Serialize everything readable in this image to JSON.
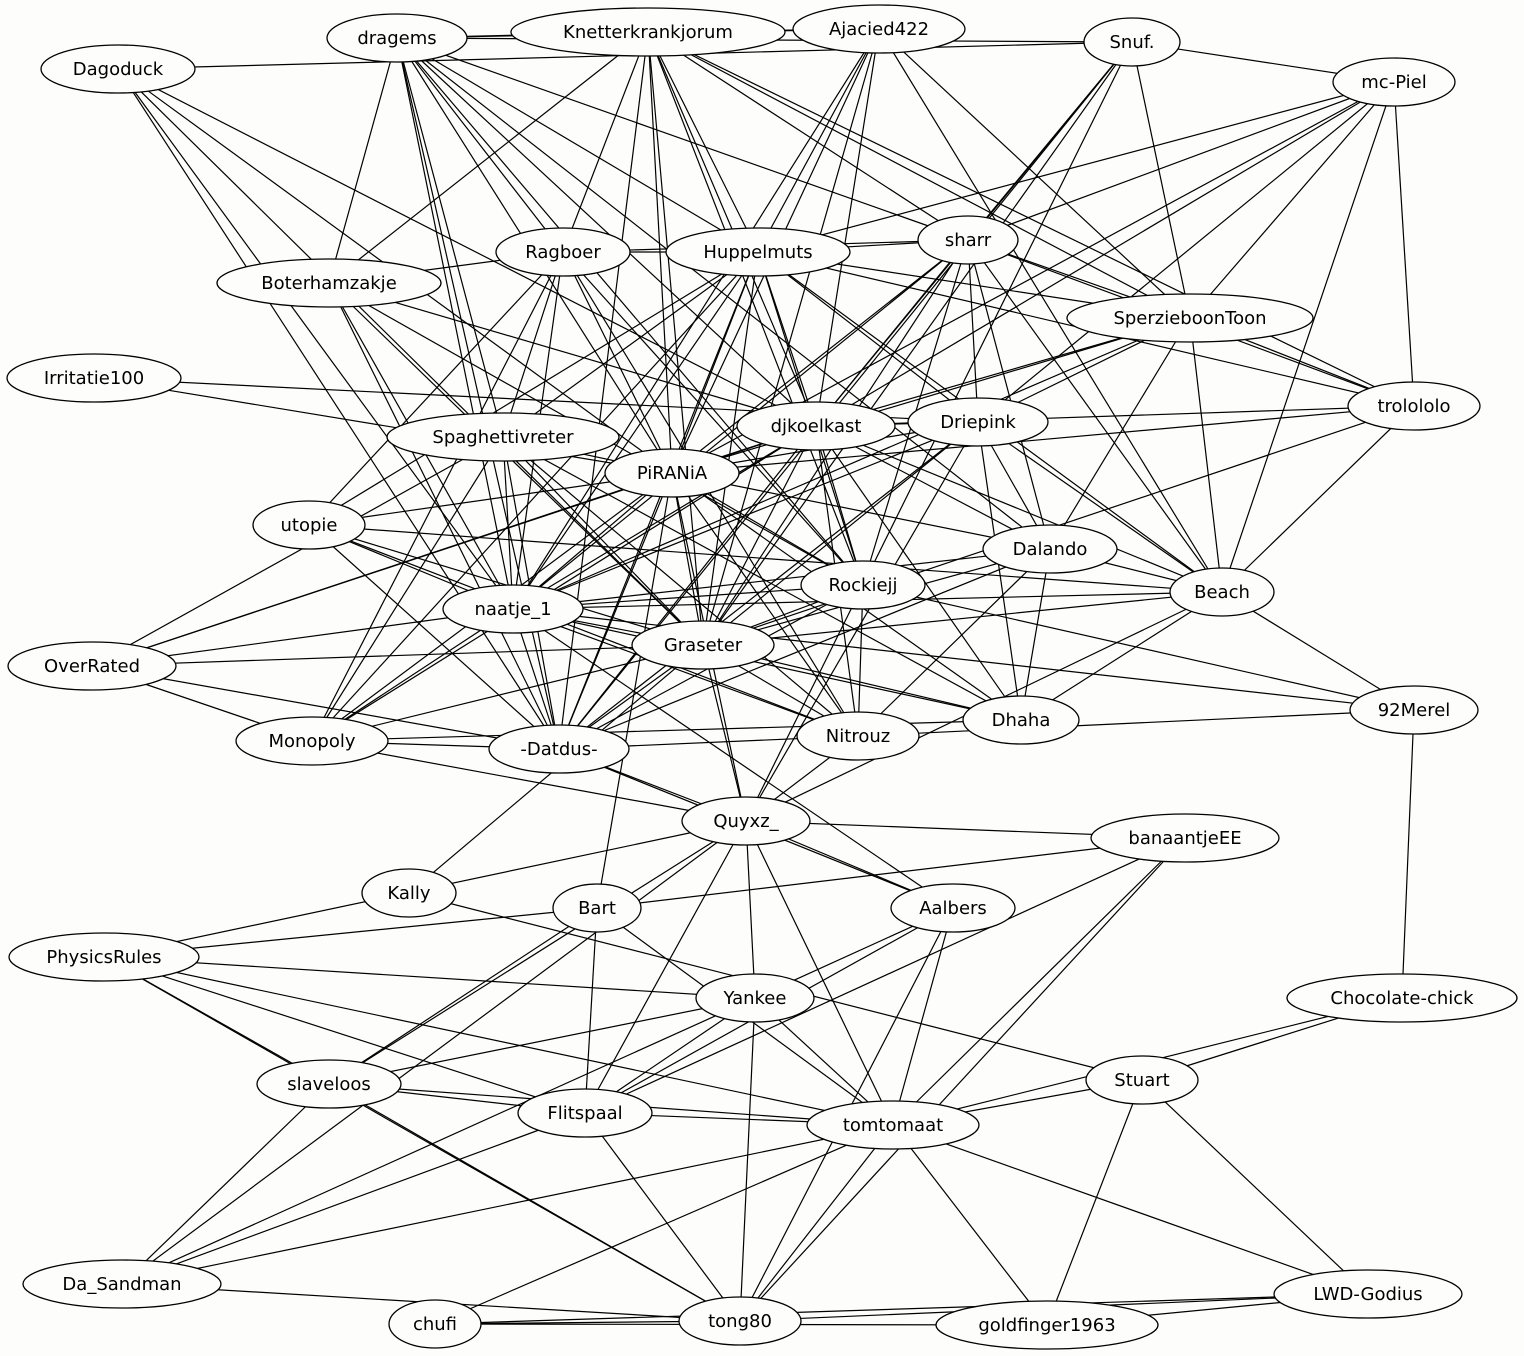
{
  "nodes": [
    {
      "id": "dragems",
      "label": "dragems"
    },
    {
      "id": "knetter",
      "label": "Knetterkrankjorum"
    },
    {
      "id": "ajacied",
      "label": "Ajacied422"
    },
    {
      "id": "snuf",
      "label": "Snuf."
    },
    {
      "id": "mcpiel",
      "label": "mc-Piel"
    },
    {
      "id": "dagoduck",
      "label": "Dagoduck"
    },
    {
      "id": "ragboer",
      "label": "Ragboer"
    },
    {
      "id": "huppel",
      "label": "Huppelmuts"
    },
    {
      "id": "sharr",
      "label": "sharr"
    },
    {
      "id": "boter",
      "label": "Boterhamzakje"
    },
    {
      "id": "sperzie",
      "label": "SperzieboonToon"
    },
    {
      "id": "irritatie",
      "label": "Irritatie100"
    },
    {
      "id": "trololo",
      "label": "trolololo"
    },
    {
      "id": "spaghetti",
      "label": "Spaghettivreter"
    },
    {
      "id": "djkoelkast",
      "label": "djkoelkast"
    },
    {
      "id": "driepink",
      "label": "Driepink"
    },
    {
      "id": "pirania",
      "label": "PiRANiA"
    },
    {
      "id": "utopie",
      "label": "utopie"
    },
    {
      "id": "dalando",
      "label": "Dalando"
    },
    {
      "id": "rockiejj",
      "label": "Rockiejj"
    },
    {
      "id": "beach",
      "label": "Beach"
    },
    {
      "id": "naatje",
      "label": "naatje_1"
    },
    {
      "id": "graseter",
      "label": "Graseter"
    },
    {
      "id": "overrated",
      "label": "OverRated"
    },
    {
      "id": "monopoly",
      "label": "Monopoly"
    },
    {
      "id": "datdus",
      "label": "-Datdus-"
    },
    {
      "id": "nitrouz",
      "label": "Nitrouz"
    },
    {
      "id": "dhaha",
      "label": "Dhaha"
    },
    {
      "id": "merel",
      "label": "92Merel"
    },
    {
      "id": "quyxz",
      "label": "Quyxz_"
    },
    {
      "id": "banaantje",
      "label": "banaantjeEE"
    },
    {
      "id": "kally",
      "label": "Kally"
    },
    {
      "id": "bart",
      "label": "Bart"
    },
    {
      "id": "aalbers",
      "label": "Aalbers"
    },
    {
      "id": "physics",
      "label": "PhysicsRules"
    },
    {
      "id": "yankee",
      "label": "Yankee"
    },
    {
      "id": "chocolate",
      "label": "Chocolate-chick"
    },
    {
      "id": "stuart",
      "label": "Stuart"
    },
    {
      "id": "slaveloos",
      "label": "slaveloos"
    },
    {
      "id": "flitspaal",
      "label": "Flitspaal"
    },
    {
      "id": "tomtomaat",
      "label": "tomtomaat"
    },
    {
      "id": "sandman",
      "label": "Da_Sandman"
    },
    {
      "id": "lwd",
      "label": "LWD-Godius"
    },
    {
      "id": "chufi",
      "label": "chufi"
    },
    {
      "id": "tong80",
      "label": "tong80"
    },
    {
      "id": "goldfinger",
      "label": "goldfinger1963"
    }
  ],
  "edges": [
    [
      "dragems",
      "knetter"
    ],
    [
      "dragems",
      "ajacied"
    ],
    [
      "dragems",
      "snuf"
    ],
    [
      "dragems",
      "boter"
    ],
    [
      "dragems",
      "ragboer"
    ],
    [
      "dragems",
      "huppel"
    ],
    [
      "dragems",
      "spaghetti"
    ],
    [
      "dragems",
      "pirania"
    ],
    [
      "dragems",
      "naatje"
    ],
    [
      "dragems",
      "djkoelkast"
    ],
    [
      "dragems",
      "sharr"
    ],
    [
      "dragems",
      "dalando"
    ],
    [
      "dragems",
      "datdus"
    ],
    [
      "dragems",
      "rockiejj"
    ],
    [
      "dagoduck",
      "snuf"
    ],
    [
      "dagoduck",
      "naatje"
    ],
    [
      "dagoduck",
      "graseter"
    ],
    [
      "dagoduck",
      "datdus"
    ],
    [
      "dagoduck",
      "pirania"
    ],
    [
      "dagoduck",
      "djkoelkast"
    ],
    [
      "knetter",
      "ajacied"
    ],
    [
      "knetter",
      "ragboer"
    ],
    [
      "knetter",
      "huppel"
    ],
    [
      "knetter",
      "pirania"
    ],
    [
      "knetter",
      "graseter"
    ],
    [
      "knetter",
      "djkoelkast"
    ],
    [
      "knetter",
      "sperzie"
    ],
    [
      "knetter",
      "trololo"
    ],
    [
      "knetter",
      "boter"
    ],
    [
      "knetter",
      "rockiejj"
    ],
    [
      "knetter",
      "datdus"
    ],
    [
      "knetter",
      "sharr"
    ],
    [
      "ajacied",
      "huppel"
    ],
    [
      "ajacied",
      "djkoelkast"
    ],
    [
      "ajacied",
      "sperzie"
    ],
    [
      "ajacied",
      "beach"
    ],
    [
      "ajacied",
      "naatje"
    ],
    [
      "ajacied",
      "graseter"
    ],
    [
      "ajacied",
      "pirania"
    ],
    [
      "snuf",
      "mcpiel"
    ],
    [
      "snuf",
      "sperzie"
    ],
    [
      "snuf",
      "sharr"
    ],
    [
      "snuf",
      "rockiejj"
    ],
    [
      "snuf",
      "djkoelkast"
    ],
    [
      "snuf",
      "graseter"
    ],
    [
      "snuf",
      "datdus"
    ],
    [
      "mcpiel",
      "sharr"
    ],
    [
      "mcpiel",
      "huppel"
    ],
    [
      "mcpiel",
      "driepink"
    ],
    [
      "mcpiel",
      "trololo"
    ],
    [
      "mcpiel",
      "beach"
    ],
    [
      "mcpiel",
      "sperzie"
    ],
    [
      "mcpiel",
      "djkoelkast"
    ],
    [
      "mcpiel",
      "pirania"
    ],
    [
      "ragboer",
      "huppel"
    ],
    [
      "ragboer",
      "sharr"
    ],
    [
      "ragboer",
      "boter"
    ],
    [
      "ragboer",
      "spaghetti"
    ],
    [
      "ragboer",
      "pirania"
    ],
    [
      "ragboer",
      "rockiejj"
    ],
    [
      "ragboer",
      "naatje"
    ],
    [
      "ragboer",
      "nitrouz"
    ],
    [
      "ragboer",
      "utopie"
    ],
    [
      "ragboer",
      "monopoly"
    ],
    [
      "huppel",
      "sharr"
    ],
    [
      "huppel",
      "sperzie"
    ],
    [
      "huppel",
      "djkoelkast"
    ],
    [
      "huppel",
      "driepink"
    ],
    [
      "huppel",
      "naatje"
    ],
    [
      "huppel",
      "pirania"
    ],
    [
      "huppel",
      "graseter"
    ],
    [
      "huppel",
      "monopoly"
    ],
    [
      "huppel",
      "datdus"
    ],
    [
      "huppel",
      "trololo"
    ],
    [
      "huppel",
      "beach"
    ],
    [
      "huppel",
      "spaghetti"
    ],
    [
      "huppel",
      "utopie"
    ],
    [
      "huppel",
      "rockiejj"
    ],
    [
      "sharr",
      "sperzie"
    ],
    [
      "sharr",
      "djkoelkast"
    ],
    [
      "sharr",
      "driepink"
    ],
    [
      "sharr",
      "beach"
    ],
    [
      "sharr",
      "dalando"
    ],
    [
      "sharr",
      "rockiejj"
    ],
    [
      "sharr",
      "graseter"
    ],
    [
      "sharr",
      "pirania"
    ],
    [
      "sharr",
      "trololo"
    ],
    [
      "sharr",
      "naatje"
    ],
    [
      "boter",
      "naatje"
    ],
    [
      "boter",
      "graseter"
    ],
    [
      "boter",
      "datdus"
    ],
    [
      "boter",
      "djkoelkast"
    ],
    [
      "boter",
      "rockiejj"
    ],
    [
      "sperzie",
      "trololo"
    ],
    [
      "sperzie",
      "djkoelkast"
    ],
    [
      "sperzie",
      "driepink"
    ],
    [
      "sperzie",
      "beach"
    ],
    [
      "sperzie",
      "pirania"
    ],
    [
      "sperzie",
      "dalando"
    ],
    [
      "sperzie",
      "naatje"
    ],
    [
      "irritatie",
      "pirania"
    ],
    [
      "irritatie",
      "driepink"
    ],
    [
      "trololo",
      "djkoelkast"
    ],
    [
      "trololo",
      "beach"
    ],
    [
      "trololo",
      "graseter"
    ],
    [
      "trololo",
      "pirania"
    ],
    [
      "spaghetti",
      "pirania"
    ],
    [
      "spaghetti",
      "naatje"
    ],
    [
      "spaghetti",
      "graseter"
    ],
    [
      "spaghetti",
      "datdus"
    ],
    [
      "spaghetti",
      "dhaha"
    ],
    [
      "spaghetti",
      "overrated"
    ],
    [
      "spaghetti",
      "monopoly"
    ],
    [
      "spaghetti",
      "nitrouz"
    ],
    [
      "djkoelkast",
      "driepink"
    ],
    [
      "djkoelkast",
      "pirania"
    ],
    [
      "djkoelkast",
      "rockiejj"
    ],
    [
      "djkoelkast",
      "dalando"
    ],
    [
      "djkoelkast",
      "beach"
    ],
    [
      "djkoelkast",
      "graseter"
    ],
    [
      "djkoelkast",
      "naatje"
    ],
    [
      "djkoelkast",
      "datdus"
    ],
    [
      "djkoelkast",
      "dhaha"
    ],
    [
      "djkoelkast",
      "nitrouz"
    ],
    [
      "djkoelkast",
      "monopoly"
    ],
    [
      "djkoelkast",
      "overrated"
    ],
    [
      "driepink",
      "pirania"
    ],
    [
      "driepink",
      "beach"
    ],
    [
      "driepink",
      "dalando"
    ],
    [
      "driepink",
      "dhaha"
    ],
    [
      "driepink",
      "graseter"
    ],
    [
      "driepink",
      "naatje"
    ],
    [
      "driepink",
      "datdus"
    ],
    [
      "driepink",
      "quyxz"
    ],
    [
      "pirania",
      "utopie"
    ],
    [
      "pirania",
      "dalando"
    ],
    [
      "pirania",
      "rockiejj"
    ],
    [
      "pirania",
      "naatje"
    ],
    [
      "pirania",
      "graseter"
    ],
    [
      "pirania",
      "datdus"
    ],
    [
      "pirania",
      "monopoly"
    ],
    [
      "pirania",
      "overrated"
    ],
    [
      "pirania",
      "nitrouz"
    ],
    [
      "pirania",
      "dhaha"
    ],
    [
      "pirania",
      "bart"
    ],
    [
      "pirania",
      "quyxz"
    ],
    [
      "utopie",
      "naatje"
    ],
    [
      "utopie",
      "graseter"
    ],
    [
      "utopie",
      "beach"
    ],
    [
      "utopie",
      "datdus"
    ],
    [
      "utopie",
      "nitrouz"
    ],
    [
      "dalando",
      "beach"
    ],
    [
      "dalando",
      "graseter"
    ],
    [
      "dalando",
      "naatje"
    ],
    [
      "dalando",
      "datdus"
    ],
    [
      "dalando",
      "nitrouz"
    ],
    [
      "dalando",
      "dhaha"
    ],
    [
      "rockiejj",
      "naatje"
    ],
    [
      "rockiejj",
      "graseter"
    ],
    [
      "rockiejj",
      "merel"
    ],
    [
      "rockiejj",
      "nitrouz"
    ],
    [
      "rockiejj",
      "quyxz"
    ],
    [
      "rockiejj",
      "datdus"
    ],
    [
      "beach",
      "naatje"
    ],
    [
      "beach",
      "graseter"
    ],
    [
      "beach",
      "merel"
    ],
    [
      "beach",
      "dhaha"
    ],
    [
      "beach",
      "quyxz"
    ],
    [
      "naatje",
      "graseter"
    ],
    [
      "naatje",
      "overrated"
    ],
    [
      "naatje",
      "monopoly"
    ],
    [
      "naatje",
      "datdus"
    ],
    [
      "naatje",
      "nitrouz"
    ],
    [
      "naatje",
      "dhaha"
    ],
    [
      "naatje",
      "aalbers"
    ],
    [
      "naatje",
      "merel"
    ],
    [
      "graseter",
      "overrated"
    ],
    [
      "graseter",
      "monopoly"
    ],
    [
      "graseter",
      "datdus"
    ],
    [
      "graseter",
      "nitrouz"
    ],
    [
      "graseter",
      "dhaha"
    ],
    [
      "graseter",
      "quyxz"
    ],
    [
      "graseter",
      "kally"
    ],
    [
      "overrated",
      "monopoly"
    ],
    [
      "overrated",
      "datdus"
    ],
    [
      "monopoly",
      "datdus"
    ],
    [
      "monopoly",
      "quyxz"
    ],
    [
      "monopoly",
      "dhaha"
    ],
    [
      "datdus",
      "nitrouz"
    ],
    [
      "datdus",
      "quyxz"
    ],
    [
      "datdus",
      "aalbers"
    ],
    [
      "nitrouz",
      "quyxz"
    ],
    [
      "nitrouz",
      "merel"
    ],
    [
      "merel",
      "chocolate"
    ],
    [
      "quyxz",
      "banaantje"
    ],
    [
      "quyxz",
      "aalbers"
    ],
    [
      "quyxz",
      "yankee"
    ],
    [
      "quyxz",
      "physics"
    ],
    [
      "quyxz",
      "slaveloos"
    ],
    [
      "quyxz",
      "flitspaal"
    ],
    [
      "quyxz",
      "tomtomaat"
    ],
    [
      "quyxz",
      "sandman"
    ],
    [
      "banaantje",
      "bart"
    ],
    [
      "banaantje",
      "flitspaal"
    ],
    [
      "banaantje",
      "tomtomaat"
    ],
    [
      "banaantje",
      "tong80"
    ],
    [
      "kally",
      "stuart"
    ],
    [
      "bart",
      "physics"
    ],
    [
      "bart",
      "slaveloos"
    ],
    [
      "bart",
      "flitspaal"
    ],
    [
      "bart",
      "tomtomaat"
    ],
    [
      "aalbers",
      "yankee"
    ],
    [
      "aalbers",
      "flitspaal"
    ],
    [
      "aalbers",
      "tomtomaat"
    ],
    [
      "aalbers",
      "tong80"
    ],
    [
      "physics",
      "yankee"
    ],
    [
      "physics",
      "slaveloos"
    ],
    [
      "physics",
      "flitspaal"
    ],
    [
      "physics",
      "tomtomaat"
    ],
    [
      "physics",
      "tong80"
    ],
    [
      "yankee",
      "slaveloos"
    ],
    [
      "yankee",
      "flitspaal"
    ],
    [
      "yankee",
      "tomtomaat"
    ],
    [
      "yankee",
      "tong80"
    ],
    [
      "yankee",
      "sandman"
    ],
    [
      "chocolate",
      "stuart"
    ],
    [
      "chocolate",
      "tomtomaat"
    ],
    [
      "stuart",
      "tomtomaat"
    ],
    [
      "stuart",
      "lwd"
    ],
    [
      "stuart",
      "goldfinger"
    ],
    [
      "slaveloos",
      "flitspaal"
    ],
    [
      "slaveloos",
      "tomtomaat"
    ],
    [
      "slaveloos",
      "sandman"
    ],
    [
      "slaveloos",
      "tong80"
    ],
    [
      "flitspaal",
      "tomtomaat"
    ],
    [
      "flitspaal",
      "sandman"
    ],
    [
      "flitspaal",
      "tong80"
    ],
    [
      "tomtomaat",
      "sandman"
    ],
    [
      "tomtomaat",
      "lwd"
    ],
    [
      "tomtomaat",
      "chufi"
    ],
    [
      "tomtomaat",
      "tong80"
    ],
    [
      "tomtomaat",
      "goldfinger"
    ],
    [
      "sandman",
      "tong80"
    ],
    [
      "lwd",
      "chufi"
    ],
    [
      "lwd",
      "tong80"
    ],
    [
      "lwd",
      "goldfinger"
    ],
    [
      "chufi",
      "tong80"
    ],
    [
      "chufi",
      "goldfinger"
    ]
  ]
}
